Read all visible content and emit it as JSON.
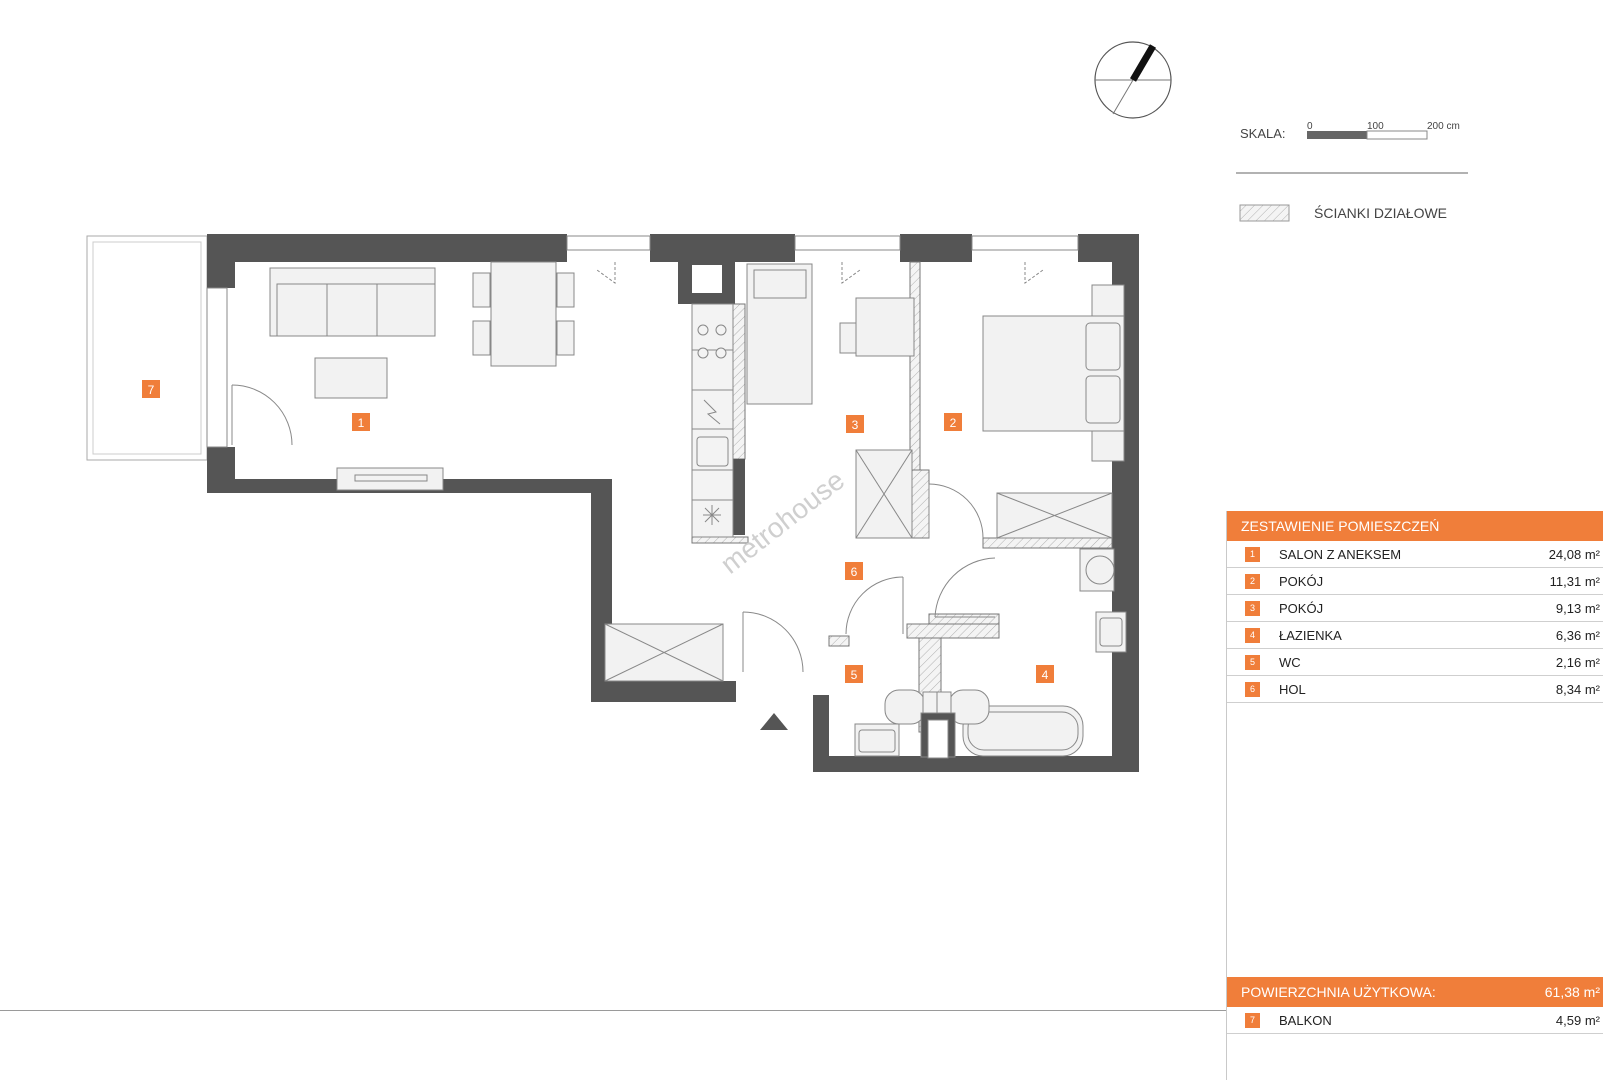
{
  "watermark": "metrohouse",
  "scale": {
    "label": "SKALA:",
    "ticks": [
      "0",
      "100",
      "200 cm"
    ]
  },
  "legend_partition": "ŚCIANKI DZIAŁOWE",
  "rooms_labels": [
    "1",
    "2",
    "3",
    "4",
    "5",
    "6",
    "7"
  ],
  "table": {
    "title": "ZESTAWIENIE POMIESZCZEŃ",
    "rows": [
      {
        "num": "1",
        "name": "SALON Z ANEKSEM",
        "area": "24,08  m²"
      },
      {
        "num": "2",
        "name": "POKÓJ",
        "area": "11,31  m²"
      },
      {
        "num": "3",
        "name": "POKÓJ",
        "area": "9,13  m²"
      },
      {
        "num": "4",
        "name": "ŁAZIENKA",
        "area": "6,36  m²"
      },
      {
        "num": "5",
        "name": "WC",
        "area": "2,16  m²"
      },
      {
        "num": "6",
        "name": "HOL",
        "area": "8,34  m²"
      }
    ],
    "total_label": "POWIERZCHNIA UŻYTKOWA:",
    "total_value": "61,38  m²",
    "extra": {
      "num": "7",
      "name": "BALKON",
      "area": "4,59  m²"
    }
  },
  "colors": {
    "accent": "#f07e3a",
    "wall": "#555555",
    "furniture": "#f2f2f2"
  }
}
